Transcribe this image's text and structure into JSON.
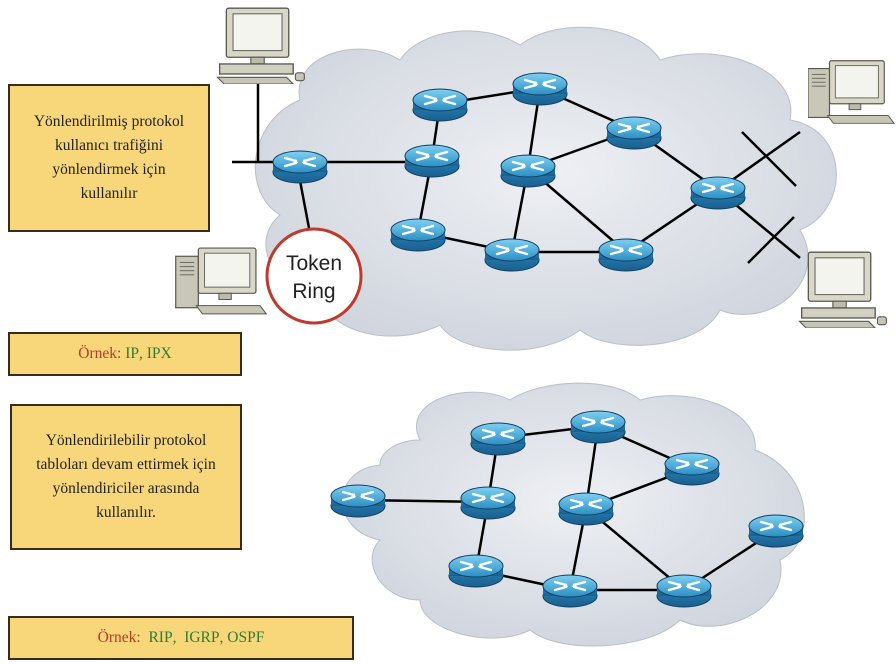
{
  "panel_top": {
    "description_lines": [
      "Yönlendirilmiş protokol",
      "kullanıcı trafiğini",
      "yönlendirmek için",
      "kullanılır"
    ],
    "example_label": "Örnek:",
    "example_items": [
      "IP",
      "IPX"
    ],
    "token_ring_label": [
      "Token",
      "Ring"
    ]
  },
  "panel_bottom": {
    "description_lines": [
      "Yönlendirilebilir protokol",
      "tabloları devam ettirmek için",
      "yönlendiriciler arasında",
      "kullanılır."
    ],
    "example_label": "Örnek:",
    "example_items": [
      "RIP",
      "IGRP",
      "OSPF"
    ]
  },
  "colors": {
    "box_fill": "#f7d77a",
    "example_label": "#c0392b",
    "example_items": "#2e7d32",
    "cloud": "#d9dde5",
    "router": "#3aa6d8",
    "token_ring_border": "#c0392b"
  },
  "icons": [
    "router-icon",
    "computer-icon",
    "token-ring-icon",
    "cloud-icon"
  ]
}
